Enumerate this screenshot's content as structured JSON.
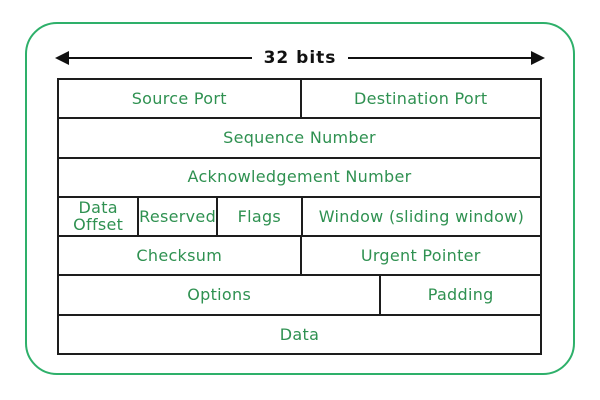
{
  "diagram": {
    "title": "32 bits",
    "colors": {
      "outer_border": "#2eb06a",
      "table_border": "#1d1d1d",
      "label_text": "#2f9151",
      "arrow": "#111111"
    },
    "rows": [
      {
        "cells": [
          {
            "label": "Source Port"
          },
          {
            "label": "Destination Port"
          }
        ]
      },
      {
        "cells": [
          {
            "label": "Sequence Number"
          }
        ]
      },
      {
        "cells": [
          {
            "label": "Acknowledgement Number"
          }
        ]
      },
      {
        "cells": [
          {
            "label": "Data Offset"
          },
          {
            "label": "Reserved"
          },
          {
            "label": "Flags"
          },
          {
            "label": "Window (sliding window)"
          }
        ]
      },
      {
        "cells": [
          {
            "label": "Checksum"
          },
          {
            "label": "Urgent Pointer"
          }
        ]
      },
      {
        "cells": [
          {
            "label": "Options"
          },
          {
            "label": "Padding"
          }
        ]
      },
      {
        "cells": [
          {
            "label": "Data"
          }
        ]
      }
    ]
  }
}
